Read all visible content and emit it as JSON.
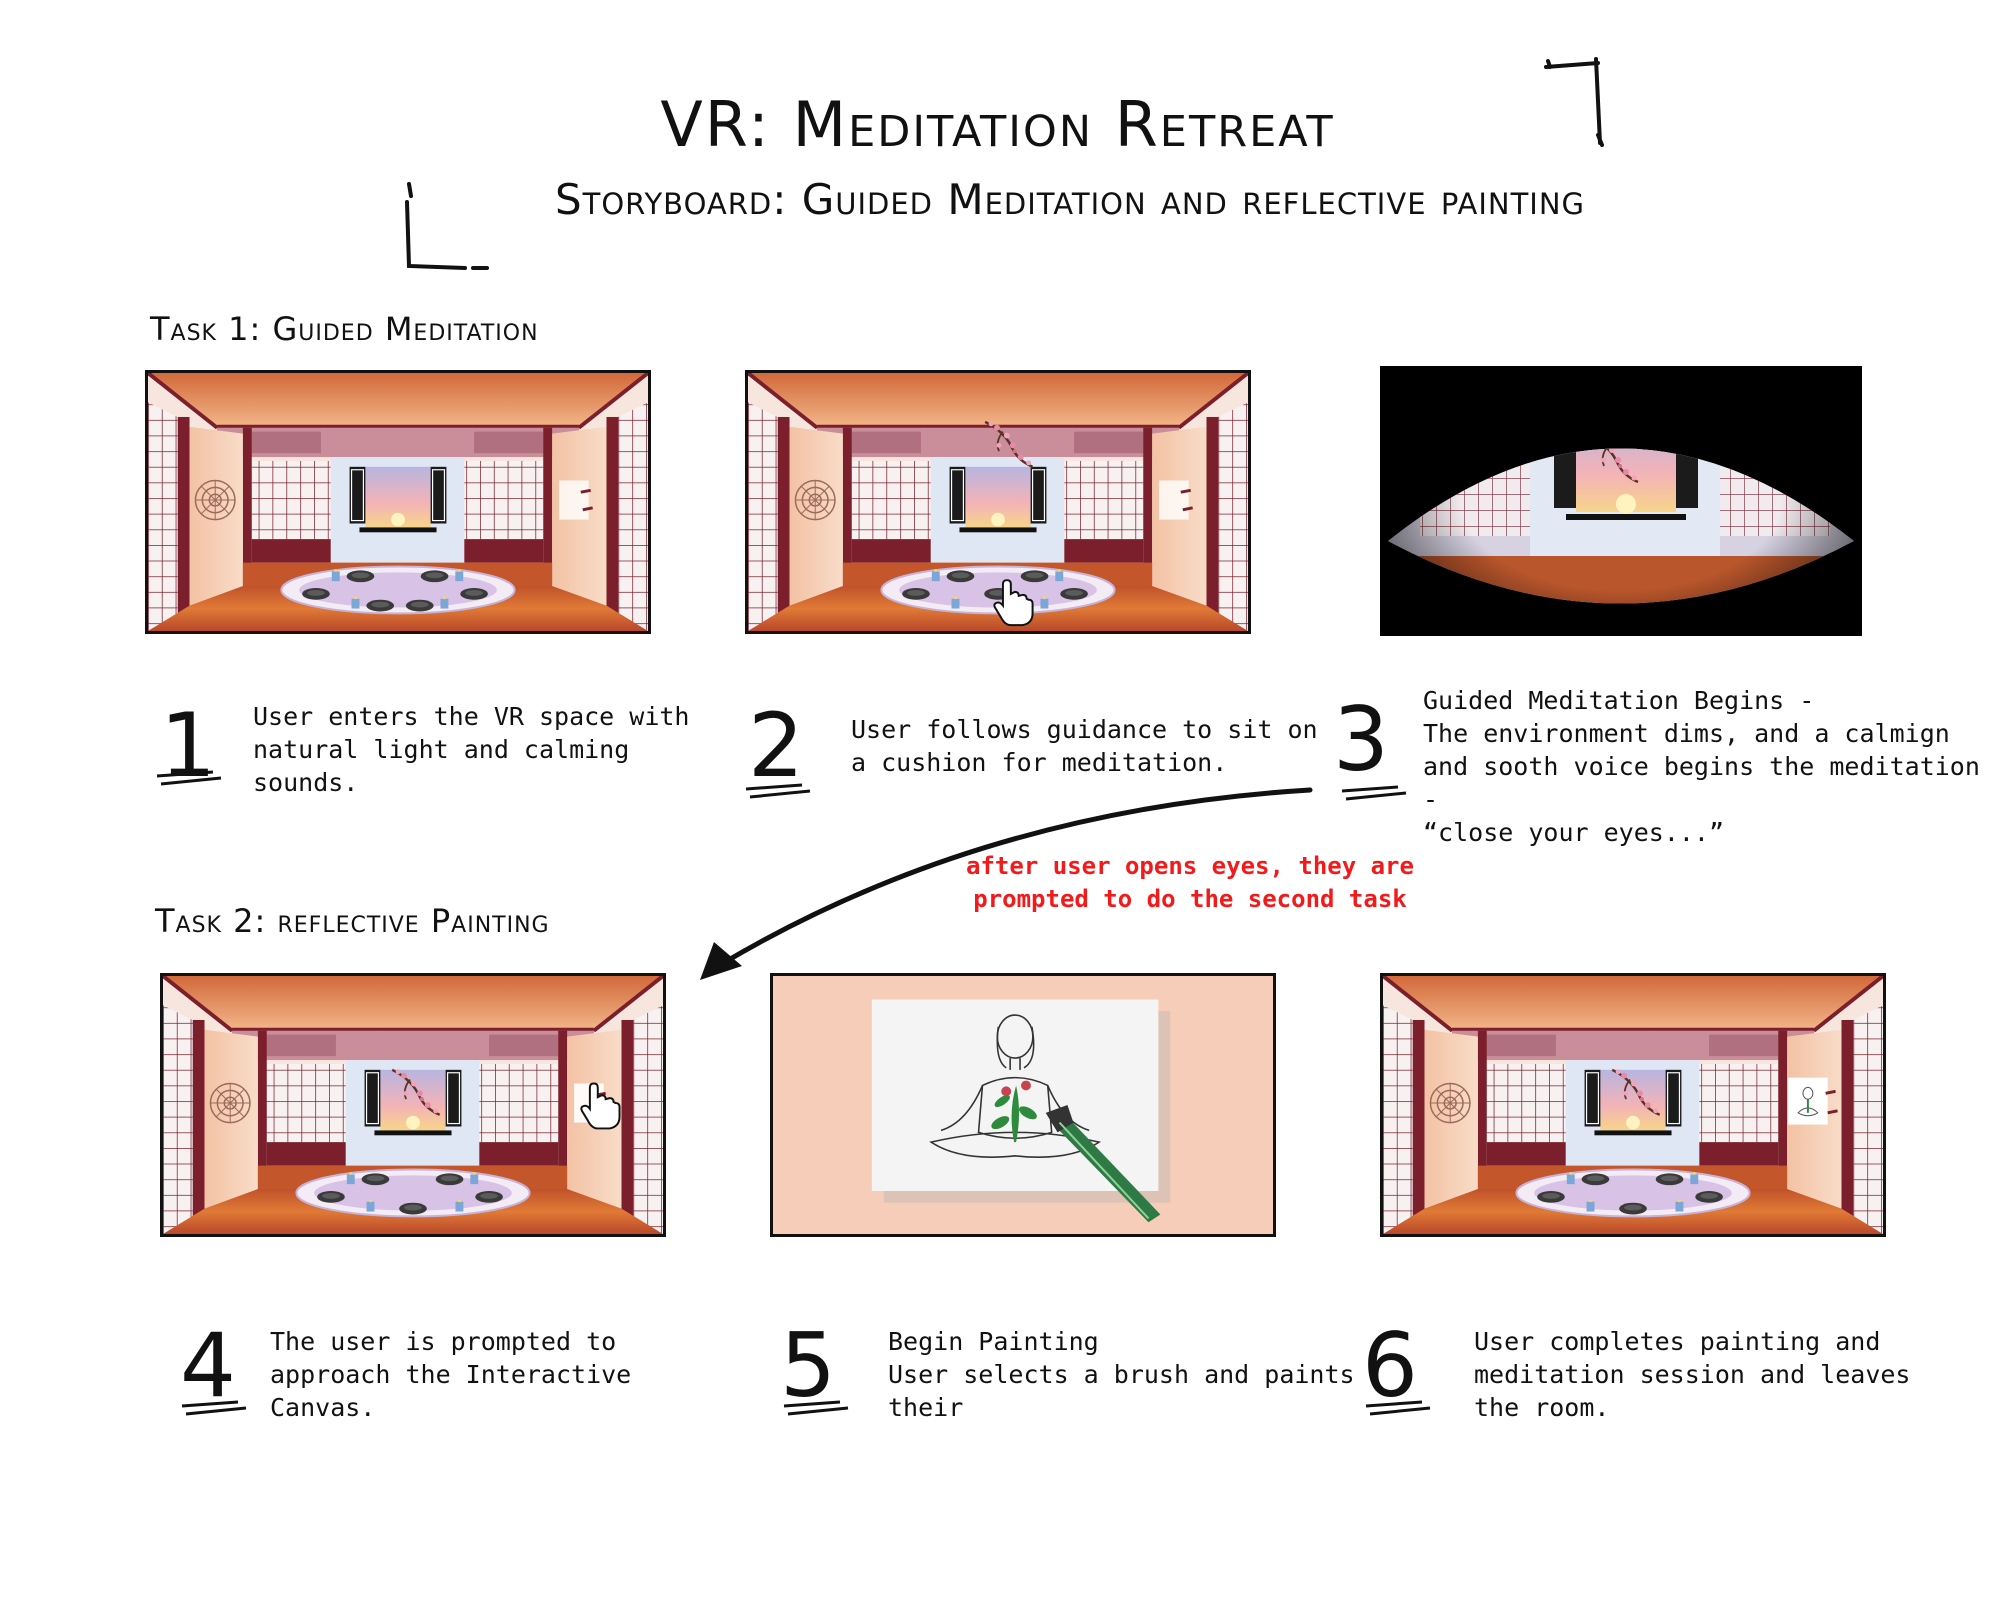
{
  "title": "VR: Meditation Retreat",
  "subtitle": "Storyboard: Guided Meditation and reflective painting",
  "tasks": [
    {
      "heading": "Task 1: Guided Meditation"
    },
    {
      "heading": "Task 2: reflective Painting"
    }
  ],
  "steps": [
    {
      "number": "1",
      "text": "User enters the VR space with\nnatural light and calming\nsounds."
    },
    {
      "number": "2",
      "text": "User follows guidance to sit on\na cushion for meditation."
    },
    {
      "number": "3",
      "text": "Guided Meditation Begins -\nThe environment dims, and a calmign\nand sooth voice begins the meditation -\n“close your eyes...”"
    },
    {
      "number": "4",
      "text": "The user is prompted to\napproach the Interactive\nCanvas."
    },
    {
      "number": "5",
      "text": "Begin Painting\nUser selects a brush and paints\ntheir"
    },
    {
      "number": "6",
      "text": "User completes painting and\nmeditation session and leaves\nthe room."
    }
  ],
  "transition_note": "after user opens eyes, they are\nprompted to do the second task",
  "colors": {
    "frame_maroon": "#7a1f2b",
    "ceiling_pink": "#c98e9a",
    "floor_orange": "#d2692e",
    "rug_lavender": "#d8c2e6",
    "window_sky": "#f2b6b8",
    "note_red": "#f21a1a",
    "canvas_bg": "#f6cdb9"
  },
  "icons": [
    "mandala-icon",
    "cherry-blossom-icon",
    "cushion-icon",
    "candle-icon",
    "hand-pointer-icon",
    "paintbrush-icon",
    "arrow-icon"
  ]
}
